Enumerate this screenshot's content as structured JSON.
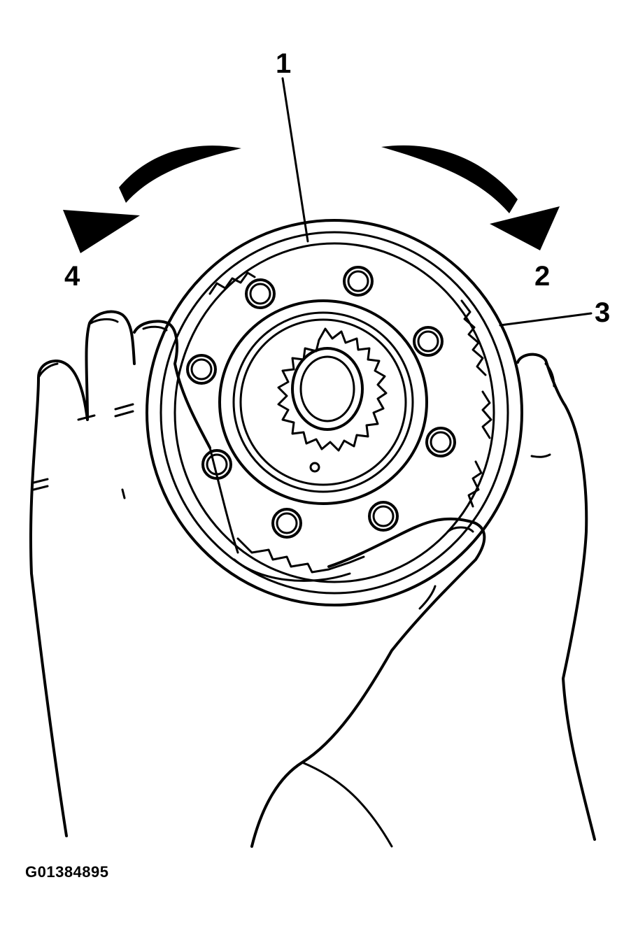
{
  "callouts": [
    {
      "id": "1",
      "label": "1"
    },
    {
      "id": "2",
      "label": "2"
    },
    {
      "id": "3",
      "label": "3"
    },
    {
      "id": "4",
      "label": "4"
    }
  ],
  "figure_code": "G01384895",
  "colors": {
    "ink": "#000000",
    "background": "#ffffff"
  }
}
